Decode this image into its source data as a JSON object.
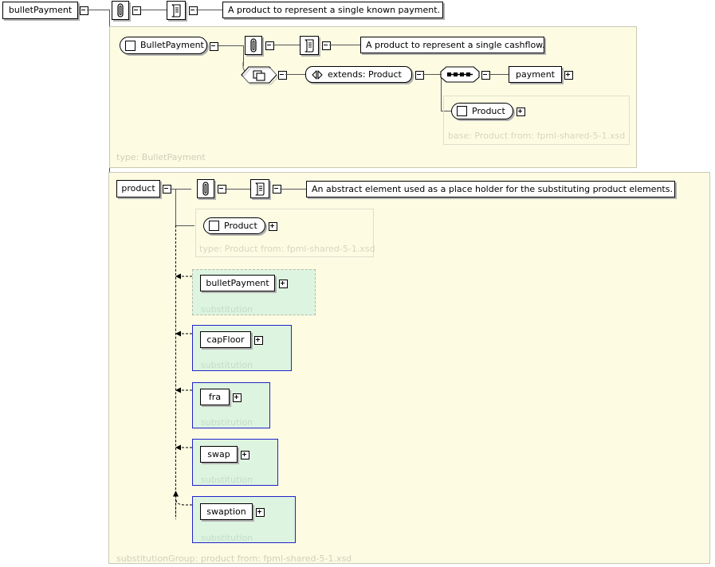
{
  "diagram": {
    "title": "bulletPayment / product XSD structure diagram",
    "root_element": "bulletPayment",
    "accent_colors": {
      "panel_background": "#fdfce3",
      "panel_border": "#c8c8b4",
      "substitution_background": "#ddf4e0",
      "substitution_border_solid": "#2222cc",
      "substitution_border_dashed": "#b9b9a8",
      "label_text": "#cfcfb8",
      "box_background": "#ffffff",
      "box_border": "#000000",
      "shadow": "#b0b0b0",
      "connector": "#555555"
    }
  },
  "section_bullet_payment": {
    "root_label": "bulletPayment",
    "attributes_icon": "paperclip-icon",
    "annotation_icon": "scroll-icon",
    "documentation": "A product to represent a single known payment.",
    "panel_label": "type: BulletPayment",
    "type_box": {
      "label": "BulletPayment",
      "icon": "square-icon"
    },
    "inner": {
      "attributes_icon": "paperclip-icon",
      "annotation_icon": "scroll-icon",
      "documentation": "A product to represent a single cashflow.",
      "complex_content_icon": "overlapping-squares-icon",
      "extends_label": "extends: Product",
      "extends_icon": "extension-arrows-icon",
      "sequence_icon": "sequence-icon",
      "child_element": "payment"
    },
    "base_panel": {
      "label": "base: Product from: fpml-shared-5-1.xsd",
      "type_box": {
        "label": "Product",
        "icon": "square-icon"
      }
    }
  },
  "section_product": {
    "root_label": "product",
    "attributes_icon": "paperclip-icon",
    "annotation_icon": "scroll-icon",
    "documentation": "An abstract element used as a place holder for the substituting product elements.",
    "panel_label": "substitutionGroup: product from: fpml-shared-5-1.xsd",
    "type_panel": {
      "label": "type: Product from: fpml-shared-5-1.xsd",
      "type_box": {
        "label": "Product",
        "icon": "square-icon"
      }
    },
    "substitutions": [
      {
        "label": "bulletPayment",
        "caption": "substitution",
        "border_style": "dashed"
      },
      {
        "label": "capFloor",
        "caption": "substitution",
        "border_style": "solid"
      },
      {
        "label": "fra",
        "caption": "substitution",
        "border_style": "solid"
      },
      {
        "label": "swap",
        "caption": "substitution",
        "border_style": "solid"
      },
      {
        "label": "swaption",
        "caption": "substitution",
        "border_style": "solid"
      }
    ]
  }
}
